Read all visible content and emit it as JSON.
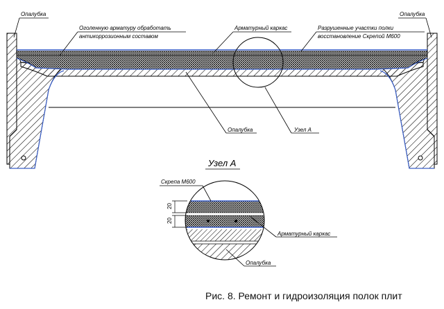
{
  "labels": {
    "formwork_left": "Опалубка",
    "formwork_right": "Опалубка",
    "rebar_note_line1": "Оголенную арматуру обработать",
    "rebar_note_line2": "антикоррозионным составом",
    "rebar_cage_top": "Арматурный каркас",
    "damaged_line1": "Разрушенные участки полки",
    "damaged_line2": "восстановление Скрепой М600",
    "formwork_center": "Опалубка",
    "node_a_callout": "Узел А",
    "node_title": "Узел А",
    "skrepa": "Скрепа М600",
    "dim_top": "20",
    "dim_bottom": "20",
    "rebar_cage_detail": "Арматурный каркас",
    "formwork_detail": "Опалубка"
  },
  "caption": "Рис. 8. Ремонт и гидроизоляция полок плит",
  "colors": {
    "line": "#000000",
    "accent_blue": "#3a5fc8"
  }
}
